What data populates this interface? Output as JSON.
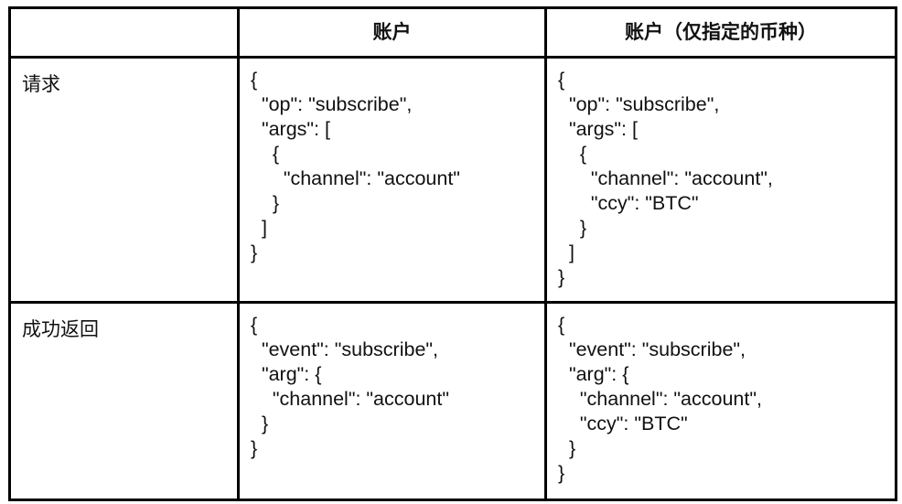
{
  "table": {
    "headers": [
      "",
      "账户",
      "账户（仅指定的币种）"
    ],
    "rows": [
      {
        "label": "请求",
        "account": "{\n  \"op\": \"subscribe\",\n  \"args\": [\n    {\n      \"channel\": \"account\"\n    }\n  ]\n}",
        "account_ccy": "{\n  \"op\": \"subscribe\",\n  \"args\": [\n    {\n      \"channel\": \"account\",\n      \"ccy\": \"BTC\"\n    }\n  ]\n}"
      },
      {
        "label": "成功返回",
        "account": "{\n  \"event\": \"subscribe\",\n  \"arg\": {\n    \"channel\": \"account\"\n  }\n}",
        "account_ccy": "{\n  \"event\": \"subscribe\",\n  \"arg\": {\n    \"channel\": \"account\",\n    \"ccy\": \"BTC\"\n  }\n}"
      }
    ]
  }
}
